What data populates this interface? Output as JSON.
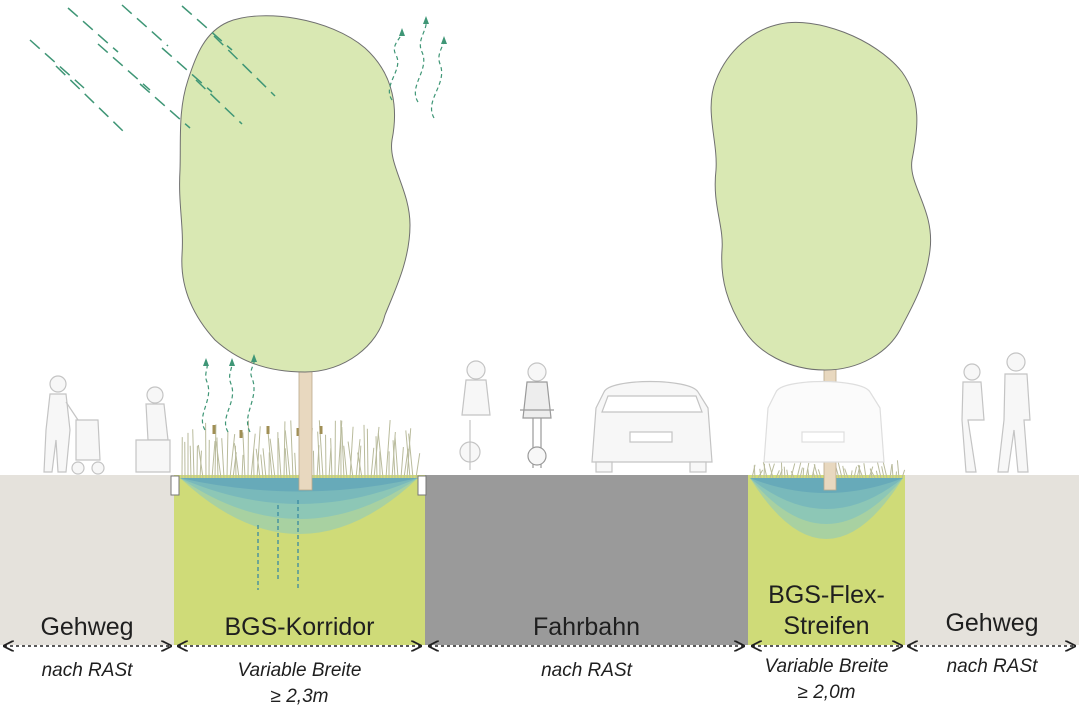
{
  "colors": {
    "sidewalk": "#e5e2dc",
    "roadway": "#9a9a9a",
    "green_strip": "#cfdb78",
    "tree_crown": "#d9e8b3",
    "tree_trunk": "#e8d8bf",
    "water_layers": [
      "#88c9c3",
      "#7cc0c4",
      "#6fb2be",
      "#5fa4b8"
    ],
    "rain": "#3f9676",
    "outline": "#8a8a8a"
  },
  "segments": [
    {
      "id": "gehweg-left",
      "label": "Gehweg",
      "note": "nach RASt"
    },
    {
      "id": "bgs-korridor",
      "label": "BGS-Korridor",
      "note": "Variable Breite\n≥ 2,3m"
    },
    {
      "id": "fahrbahn",
      "label": "Fahrbahn",
      "note": "nach RASt"
    },
    {
      "id": "bgs-flex",
      "label": "BGS-Flex-\nStreifen",
      "note": "Variable Breite\n≥ 2,0m"
    },
    {
      "id": "gehweg-right",
      "label": "Gehweg",
      "note": "nach RASt"
    }
  ],
  "icons": [
    "tree-icon",
    "rain-icon",
    "evaporation-icon",
    "pedestrian-icon",
    "cyclist-icon",
    "car-icon",
    "jogger-icon",
    "stroller-icon",
    "grass-icon"
  ]
}
